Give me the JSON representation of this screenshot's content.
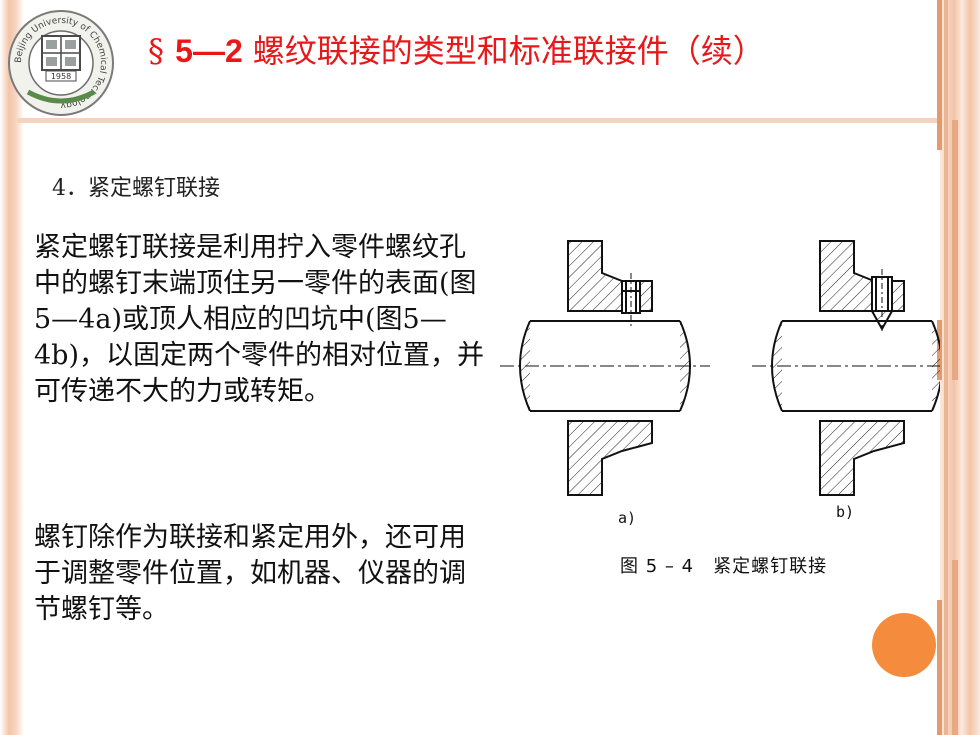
{
  "title": {
    "section_symbol": "§",
    "number": "5—2",
    "text": "螺纹联接的类型和标准联接件（续）"
  },
  "subtitle": "4．紧定螺钉联接",
  "paragraphs": {
    "p1": "紧定螺钉联接是利用拧入零件螺纹孔中的螺钉末端顶住另一零件的表面(图5—4a)或顶人相应的凹坑中(图5—4b)，以固定两个零件的相对位置，并可传递不大的力或转矩。",
    "p2": " 螺钉除作为联接和紧定用外，还可用于调整零件位置，如机器、仪器的调节螺钉等。"
  },
  "figure": {
    "label_a": "a)",
    "label_b": "b)",
    "caption": "图 5 – 4　紧定螺钉联接"
  },
  "logo": {
    "year": "1958",
    "ring_text": "Beijing University of Chemical Technology"
  },
  "colors": {
    "title": "#e8181a",
    "accent_orange": "#f58b3c",
    "frame": "#f3c4a8"
  },
  "icons": {
    "logo": "university-seal-icon",
    "dot": "orange-circle-icon"
  }
}
